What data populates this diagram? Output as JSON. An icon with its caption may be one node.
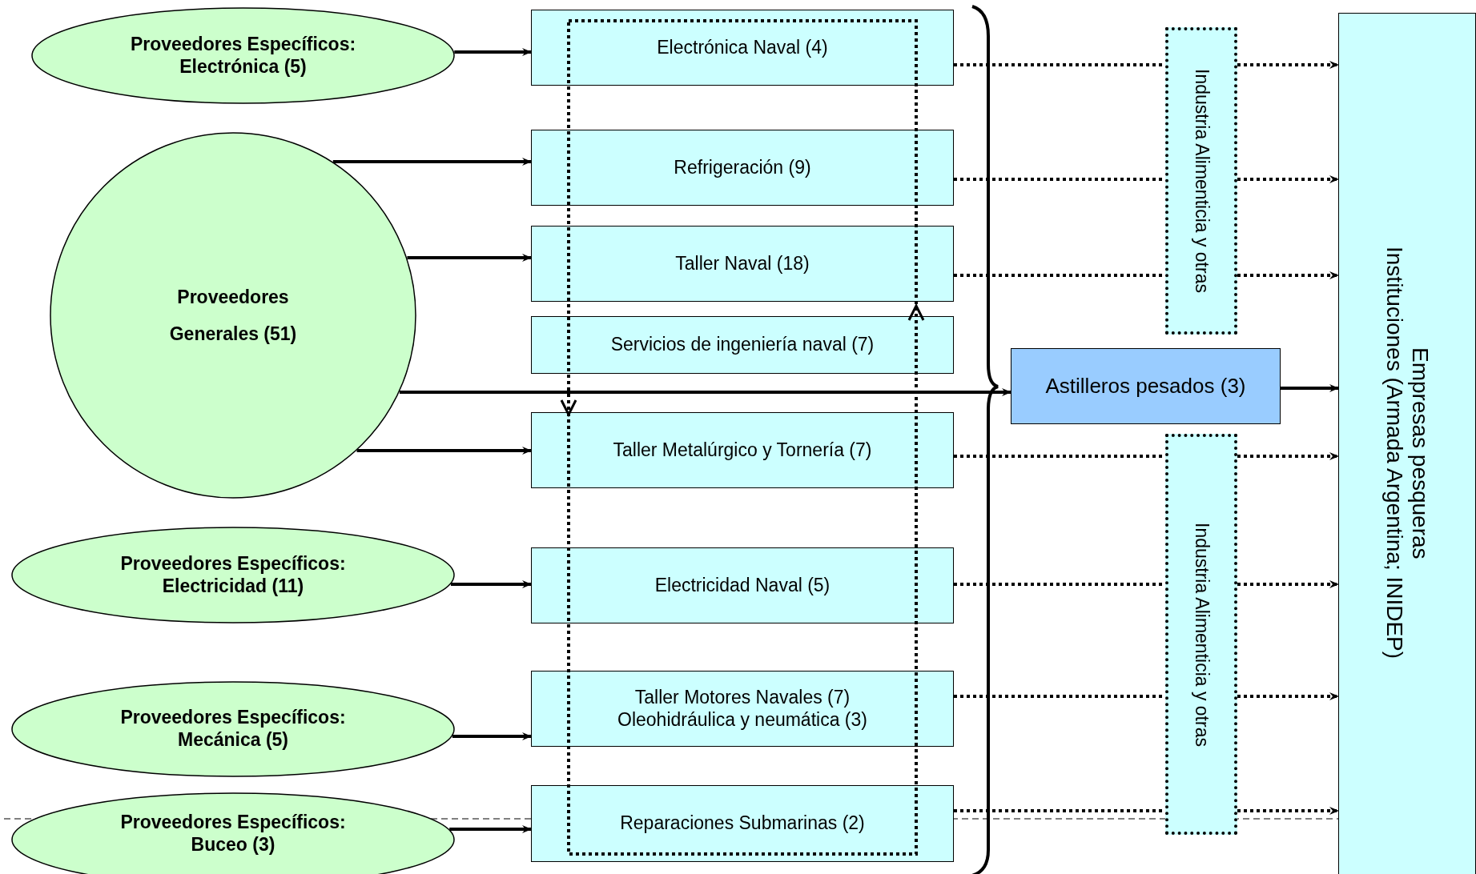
{
  "diagram": {
    "nodes": [
      {
        "text": [
          "Proveedores Específicos: Electrónica (5)"
        ]
      },
      {
        "text": [
          "Proveedores Generales (51)"
        ]
      },
      {
        "text": [
          "Proveedores Específicos: Electricidad (11)"
        ]
      },
      {
        "text": [
          "Proveedores Específicos: Mecánica (5)"
        ]
      },
      {
        "text": [
          "Proveedores Específicos: Buceo (3)"
        ]
      },
      {
        "text": [
          "Electrónica Naval (4)"
        ]
      },
      {
        "text": [
          "Refrigeración (9)"
        ]
      },
      {
        "text": [
          "Taller Naval (18)"
        ]
      },
      {
        "text": [
          "Servicios de ingeniería naval (7)"
        ]
      },
      {
        "text": [
          "Taller Metalúrgico y Tornería (7)"
        ]
      },
      {
        "text": [
          "Electricidad Naval (5)"
        ]
      },
      {
        "text": [
          "Taller Motores Navales (7)",
          "Oleohidráulica y neumática (3)"
        ]
      },
      {
        "text": [
          "Reparaciones Submarinas (2)"
        ]
      },
      {
        "text": [
          "Astilleros pesados (3)"
        ]
      },
      {
        "text": [
          "Industria Alimenticia y otras"
        ]
      },
      {
        "text": [
          "Industria Alimenticia y otras"
        ]
      },
      {
        "text": [
          "Empresas pesqueras",
          "Instituciones (Armada Argentina; INIDEP)"
        ]
      }
    ],
    "edges": [
      {
        "from": 0,
        "to": 5,
        "arrow": "to"
      },
      {
        "from": 1,
        "to": 6,
        "arrow": "to"
      },
      {
        "from": 1,
        "to": 7,
        "arrow": "to"
      },
      {
        "from": 1,
        "to": 13,
        "arrow": "to"
      },
      {
        "from": 1,
        "to": 9,
        "arrow": "to"
      },
      {
        "from": 2,
        "to": 10,
        "arrow": "to"
      },
      {
        "from": 3,
        "to": 11,
        "arrow": "to"
      },
      {
        "from": 4,
        "to": 12,
        "arrow": "to"
      },
      {
        "from": 5,
        "to": 14,
        "arrow": "none",
        "style": "dashed"
      },
      {
        "from": 6,
        "to": 14,
        "arrow": "none",
        "style": "dashed"
      },
      {
        "from": 7,
        "to": 14,
        "arrow": "none",
        "style": "dashed"
      },
      {
        "from": 9,
        "to": 15,
        "arrow": "none",
        "style": "dashed"
      },
      {
        "from": 10,
        "to": 15,
        "arrow": "none",
        "style": "dashed"
      },
      {
        "from": 11,
        "to": 15,
        "arrow": "none",
        "style": "dashed"
      },
      {
        "from": 12,
        "to": 15,
        "arrow": "none",
        "style": "dashed"
      },
      {
        "from": 14,
        "to": 16,
        "arrow": "to",
        "style": "dashed"
      },
      {
        "from": 14,
        "to": 16,
        "arrow": "to",
        "style": "dashed"
      },
      {
        "from": 14,
        "to": 16,
        "arrow": "to",
        "style": "dashed"
      },
      {
        "from": 13,
        "to": 16,
        "arrow": "to"
      },
      {
        "from": 15,
        "to": 16,
        "arrow": "to",
        "style": "dashed"
      },
      {
        "from": 15,
        "to": 16,
        "arrow": "to",
        "style": "dashed"
      },
      {
        "from": 15,
        "to": 16,
        "arrow": "to",
        "style": "dashed"
      },
      {
        "from": 15,
        "to": 16,
        "arrow": "to",
        "style": "dashed"
      }
    ]
  }
}
